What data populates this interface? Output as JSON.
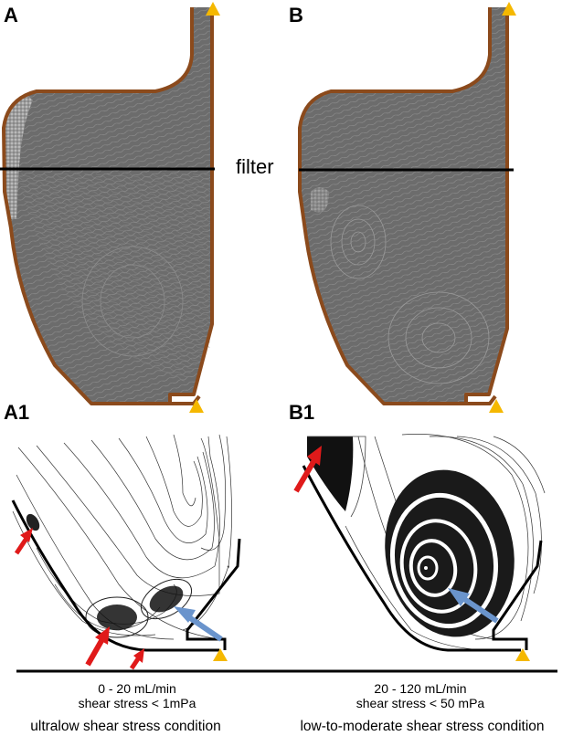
{
  "panels": {
    "a": "A",
    "b": "B",
    "a1": "A1",
    "b1": "B1"
  },
  "filter_label": "filter",
  "captions": {
    "left_flow": "0 - 20 mL/min",
    "left_shear": "shear stress < 1mPa",
    "right_flow": "20 - 120 mL/min",
    "right_shear": "shear stress < 50 mPa"
  },
  "conditions": {
    "left": "ultralow shear stress condition",
    "right": "low-to-moderate shear stress condition"
  },
  "colors": {
    "vessel_wall": "#8b4a1c",
    "fluid": "#6e6e6e",
    "inlet_marker": "#f5b800",
    "vortex_arrow_red": "#e01a1a",
    "vortex_arrow_blue": "#6a94cc"
  }
}
